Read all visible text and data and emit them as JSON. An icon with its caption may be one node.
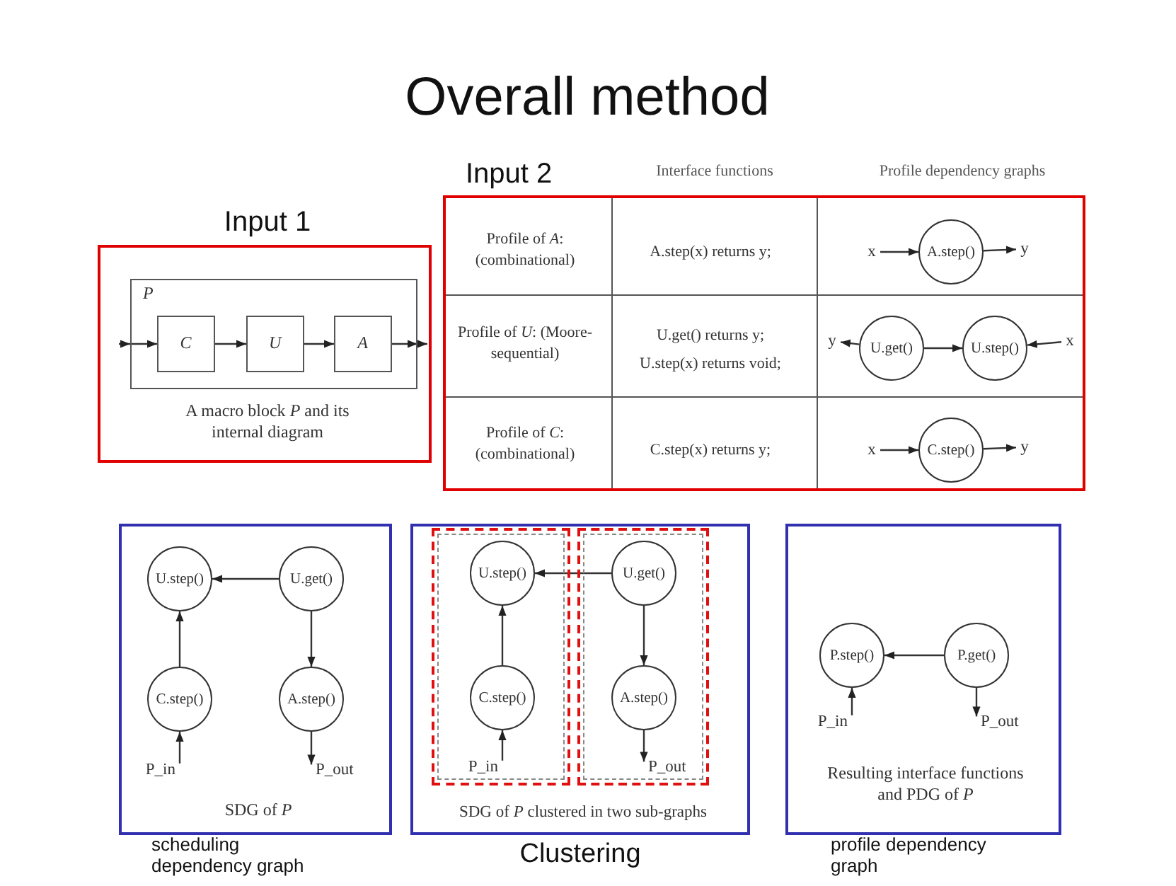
{
  "diagram": {
    "title": "Overall method",
    "nodes": [
      {
        "text": [
          "Input 1",
          "A macro block *P* and its internal diagram"
        ]
      },
      {
        "text": [
          "P"
        ],
        "in": 0
      },
      {
        "text": [
          "C"
        ],
        "in": 1
      },
      {
        "text": [
          "U"
        ],
        "in": 1
      },
      {
        "text": [
          "A"
        ],
        "in": 1
      },
      {
        "text": [
          "Input 2"
        ]
      },
      {
        "text": [
          "x"
        ],
        "in": 5
      },
      {
        "text": [
          "A.step()"
        ],
        "in": 5
      },
      {
        "text": [
          "y"
        ],
        "in": 5
      },
      {
        "text": [
          "y"
        ],
        "in": 5
      },
      {
        "text": [
          "U.get()"
        ],
        "in": 5
      },
      {
        "text": [
          "U.step()"
        ],
        "in": 5
      },
      {
        "text": [
          "x"
        ],
        "in": 5
      },
      {
        "text": [
          "x"
        ],
        "in": 5
      },
      {
        "text": [
          "C.step()"
        ],
        "in": 5
      },
      {
        "text": [
          "y"
        ],
        "in": 5
      },
      {
        "text": [
          "SDG of *P*"
        ],
        "beside": [
          "scheduling dependency graph"
        ]
      },
      {
        "text": [
          "U.step()"
        ],
        "in": 16
      },
      {
        "text": [
          "U.get()"
        ],
        "in": 16
      },
      {
        "text": [
          "C.step()"
        ],
        "in": 16
      },
      {
        "text": [
          "A.step()"
        ],
        "in": 16
      },
      {
        "text": [
          "P_in"
        ],
        "in": 16
      },
      {
        "text": [
          "P_out"
        ],
        "in": 16
      },
      {
        "text": [
          "SDG of *P* clustered in two sub-graphs"
        ],
        "beside": [
          "Clustering"
        ]
      },
      {
        "text": [],
        "shape": "box",
        "in": 23
      },
      {
        "text": [],
        "shape": "box",
        "in": 23
      },
      {
        "text": [
          "U.step()"
        ],
        "in": 24
      },
      {
        "text": [
          "U.get()"
        ],
        "in": 25
      },
      {
        "text": [
          "C.step()"
        ],
        "in": 24
      },
      {
        "text": [
          "A.step()"
        ],
        "in": 25
      },
      {
        "text": [
          "P_in"
        ],
        "in": 24
      },
      {
        "text": [
          "P_out"
        ],
        "in": 25
      },
      {
        "text": [
          "Resulting interface functions and PDG of *P*"
        ],
        "beside": [
          "profile dependency graph"
        ]
      },
      {
        "text": [
          "P.step()"
        ],
        "in": 32
      },
      {
        "text": [
          "P.get()"
        ],
        "in": 32
      },
      {
        "text": [
          "P_in"
        ],
        "in": 32
      },
      {
        "text": [
          "P_out"
        ],
        "in": 32
      }
    ],
    "edges": [
      {
        "from": null,
        "to": 2,
        "arrow": "to"
      },
      {
        "from": 2,
        "to": 3,
        "arrow": "to"
      },
      {
        "from": 3,
        "to": 4,
        "arrow": "to"
      },
      {
        "from": 4,
        "to": null,
        "arrow": "to"
      },
      {
        "from": 6,
        "to": 7,
        "arrow": "to"
      },
      {
        "from": 7,
        "to": 8,
        "arrow": "to"
      },
      {
        "from": 10,
        "to": 9,
        "arrow": "to"
      },
      {
        "from": 10,
        "to": 11,
        "arrow": "to"
      },
      {
        "from": 12,
        "to": 11,
        "arrow": "to"
      },
      {
        "from": 13,
        "to": 14,
        "arrow": "to"
      },
      {
        "from": 14,
        "to": 15,
        "arrow": "to"
      },
      {
        "from": 18,
        "to": 17,
        "arrow": "to"
      },
      {
        "from": 19,
        "to": 17,
        "arrow": "to"
      },
      {
        "from": 18,
        "to": 20,
        "arrow": "to"
      },
      {
        "from": 21,
        "to": 19,
        "arrow": "to"
      },
      {
        "from": 20,
        "to": 22,
        "arrow": "to"
      },
      {
        "from": 27,
        "to": 26,
        "arrow": "to"
      },
      {
        "from": 28,
        "to": 26,
        "arrow": "to"
      },
      {
        "from": 27,
        "to": 29,
        "arrow": "to"
      },
      {
        "from": 30,
        "to": 28,
        "arrow": "to"
      },
      {
        "from": 29,
        "to": 31,
        "arrow": "to"
      },
      {
        "from": 34,
        "to": 33,
        "arrow": "to"
      },
      {
        "from": 35,
        "to": 33,
        "arrow": "to"
      },
      {
        "from": 34,
        "to": 36,
        "arrow": "to"
      }
    ],
    "labels": [
      "Interface functions",
      "Profile dependency graphs",
      "Profile of *A*: (combinational)",
      "A.step(x) returns y;",
      "Profile of *U*: (Moore-sequential)",
      "U.get() returns y;",
      "U.step(x) returns void;",
      "Profile of *C*: (combinational)",
      "C.step(x) returns y;"
    ]
  }
}
